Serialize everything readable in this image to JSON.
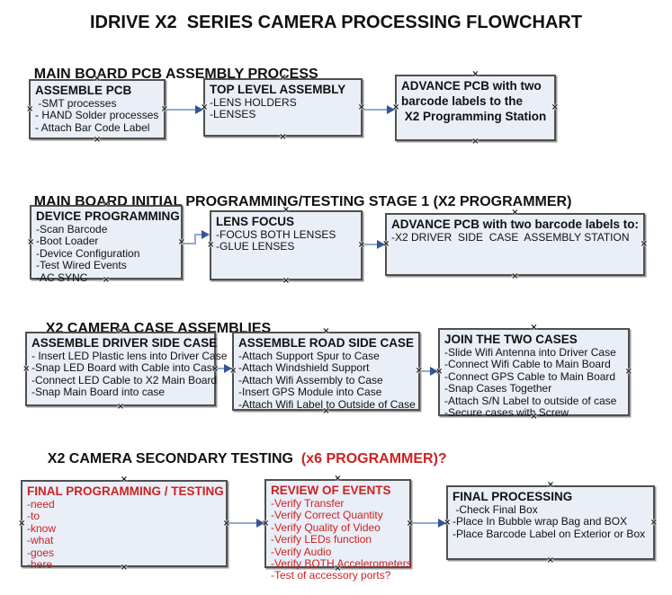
{
  "page_title": "IDRIVE X2  SERIES CAMERA PROCESSING FLOWCHART",
  "colors": {
    "box_fill": "#e9eef7",
    "box_border": "#4f4f4f",
    "red_text": "#cc2222",
    "arrow_line": "#94a9c8",
    "arrow_head": "#35539a"
  },
  "sections": [
    {
      "heading": "MAIN BOARD PCB ASSEMBLY PROCESS"
    },
    {
      "heading": "MAIN BOARD INITIAL PROGRAMMING/TESTING STAGE 1 (X2 PROGRAMMER)"
    },
    {
      "heading": "X2 CAMERA CASE ASSEMBLIES"
    },
    {
      "heading": "X2 CAMERA SECONDARY TESTING ",
      "heading_red": " (x6 PROGRAMMER)?"
    }
  ],
  "boxes": [
    {
      "title": "ASSEMBLE PCB",
      "lines": [
        " -SMT processes",
        "- HAND Solder processes",
        "- Attach Bar Code Label"
      ]
    },
    {
      "title": "TOP LEVEL ASSEMBLY",
      "lines": [
        "-LENS HOLDERS",
        "-LENSES"
      ]
    },
    {
      "title": "ADVANCE PCB with two",
      "lines": [
        "barcode labels to the",
        " X2 Programming Station"
      ]
    },
    {
      "title": "DEVICE PROGRAMMING",
      "lines": [
        "-Scan Barcode",
        "-Boot Loader",
        "-Device Configuration",
        "-Test Wired Events",
        "-AC SYNC"
      ]
    },
    {
      "title": "LENS FOCUS",
      "lines": [
        "-FOCUS BOTH LENSES",
        "-GLUE LENSES"
      ]
    },
    {
      "title": "ADVANCE PCB with two barcode labels to:",
      "lines": [
        "-X2 DRIVER  SIDE  CASE  ASSEMBLY STATION"
      ]
    },
    {
      "title": "ASSEMBLE DRIVER SIDE CASE",
      "lines": [
        "- Insert LED Plastic lens into Driver Case",
        "-Snap LED Board with Cable into Case",
        "-Connect LED Cable to X2 Main Board",
        "-Snap Main Board into case"
      ]
    },
    {
      "title": "ASSEMBLE ROAD SIDE CASE",
      "lines": [
        "-Attach Support Spur to Case",
        "-Attach Windshield Support",
        "-Attach Wifi Assembly to Case",
        "-Insert GPS Module into Case",
        "-Attach Wifi Label to Outside of Case"
      ]
    },
    {
      "title": "JOIN THE TWO CASES",
      "lines": [
        "-Slide Wifi Antenna into Driver Case",
        "-Connect Wifi Cable to Main Board",
        "-Connect GPS Cable to Main Board",
        "-Snap Cases Together",
        "-Attach S/N Label to outside of case",
        "-Secure cases with Screw"
      ]
    },
    {
      "title": "FINAL PROGRAMMING / TESTING",
      "lines": [
        "-need",
        "-to",
        "-know",
        "-what",
        "-goes",
        "-here"
      ]
    },
    {
      "title": "REVIEW OF EVENTS",
      "lines": [
        "-Verify Transfer",
        "-Verify Correct Quantity",
        "-Verify Quality of Video",
        "-Verify LEDs function",
        "-Verify Audio",
        "-Verify BOTH Accelerometers",
        "-Test of accessory ports?"
      ]
    },
    {
      "title": "FINAL PROCESSING",
      "lines": [
        " -Check Final Box",
        "-Place In Bubble wrap Bag and BOX",
        "-Place Barcode Label on Exterior or Box"
      ]
    }
  ]
}
